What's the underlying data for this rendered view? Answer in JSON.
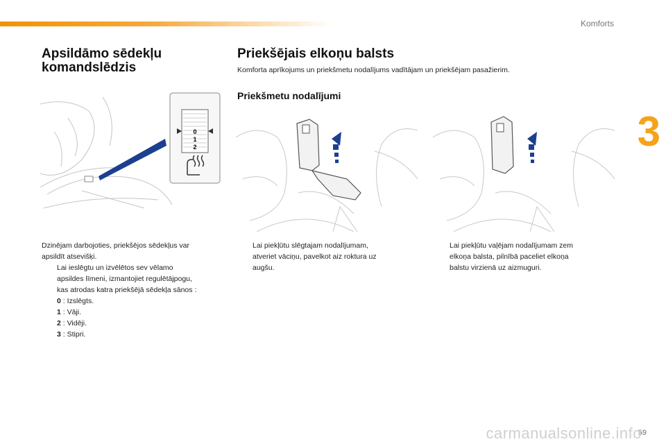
{
  "header": {
    "section": "Komforts",
    "chapter": "3"
  },
  "left": {
    "title_line1": "Apsildāmo sēdekļu",
    "title_line2": "komandslēdzis",
    "knob_levels": [
      "0",
      "1",
      "2"
    ],
    "intro_line1": "Dzinējam darbojoties, priekšējos sēdekļus var",
    "intro_line2": "apsildīt atsevišķi.",
    "bullet_mark": "",
    "bullet_line1": "Lai ieslēgtu un izvēlētos sev vēlamo",
    "bullet_line2": "apsildes līmeni, izmantojiet regulētājpogu,",
    "bullet_line3": "kas atrodas katra priekšējā sēdekļa sānos :",
    "levels": [
      {
        "key": "0",
        "text": " : Izslēgts."
      },
      {
        "key": "1",
        "text": " : Vāji."
      },
      {
        "key": "2",
        "text": " : Vidēji."
      },
      {
        "key": "3",
        "text": " : Stipri."
      }
    ]
  },
  "right": {
    "title": "Priekšējais elkoņu balsts",
    "intro": "Komforta aprīkojums un priekšmetu nodalījums vadītājam un priekšējam pasažierim.",
    "subtitle": "Priekšmetu nodalījumi",
    "col1_mark": "",
    "col1_line1": "Lai piekļūtu slēgtajam nodalījumam,",
    "col1_line2": "atveriet vāciņu, pavelkot aiz roktura uz",
    "col1_line3": "augšu.",
    "col2_mark": "",
    "col2_line1": "Lai piekļūtu vaļējam nodalījumam zem",
    "col2_line2": "elkoņa balsta, pilnībā paceliet elkoņa",
    "col2_line3": "balstu virzienā uz aizmuguri."
  },
  "footer": {
    "page": "59",
    "watermark": "carmanualsonline.info"
  },
  "colors": {
    "accent": "#f39200",
    "chapter": "#f5a31a",
    "arrow_blue": "#1c3f8f",
    "seat_line": "#b8b8b8"
  }
}
